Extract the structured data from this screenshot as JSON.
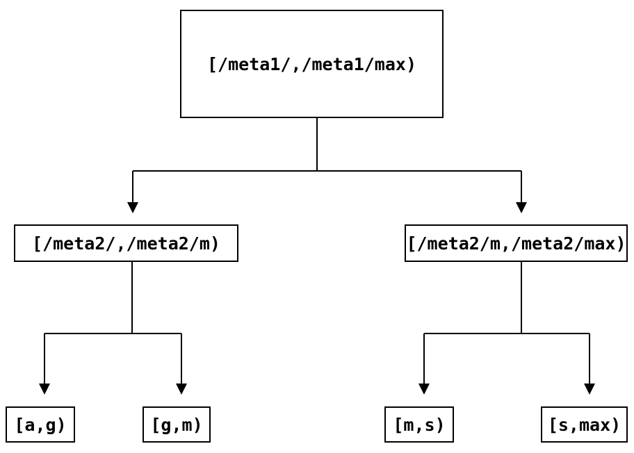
{
  "diagram": {
    "type": "tree",
    "background_color": "#ffffff",
    "line_color": "#000000",
    "box_border_color": "#000000",
    "text_color": "#000000",
    "nodes": {
      "root": {
        "label": "[/meta1/,/meta1/max)"
      },
      "level1_left": {
        "label": "[/meta2/,/meta2/m)"
      },
      "level1_right": {
        "label": "[/meta2/m,/meta2/max)"
      },
      "leaf_ag": {
        "label": "[a,g)"
      },
      "leaf_gm": {
        "label": "[g,m)"
      },
      "leaf_ms": {
        "label": "[m,s)"
      },
      "leaf_smax": {
        "label": "[s,max)"
      }
    },
    "edges": [
      {
        "from": "[/meta1/,/meta1/max)",
        "to": "[/meta2/,/meta2/m)"
      },
      {
        "from": "[/meta1/,/meta1/max)",
        "to": "[/meta2/m,/meta2/max)"
      },
      {
        "from": "[/meta2/,/meta2/m)",
        "to": "[a,g)"
      },
      {
        "from": "[/meta2/,/meta2/m)",
        "to": "[g,m)"
      },
      {
        "from": "[/meta2/m,/meta2/max)",
        "to": "[m,s)"
      },
      {
        "from": "[/meta2/m,/meta2/max)",
        "to": "[s,max)"
      }
    ]
  }
}
